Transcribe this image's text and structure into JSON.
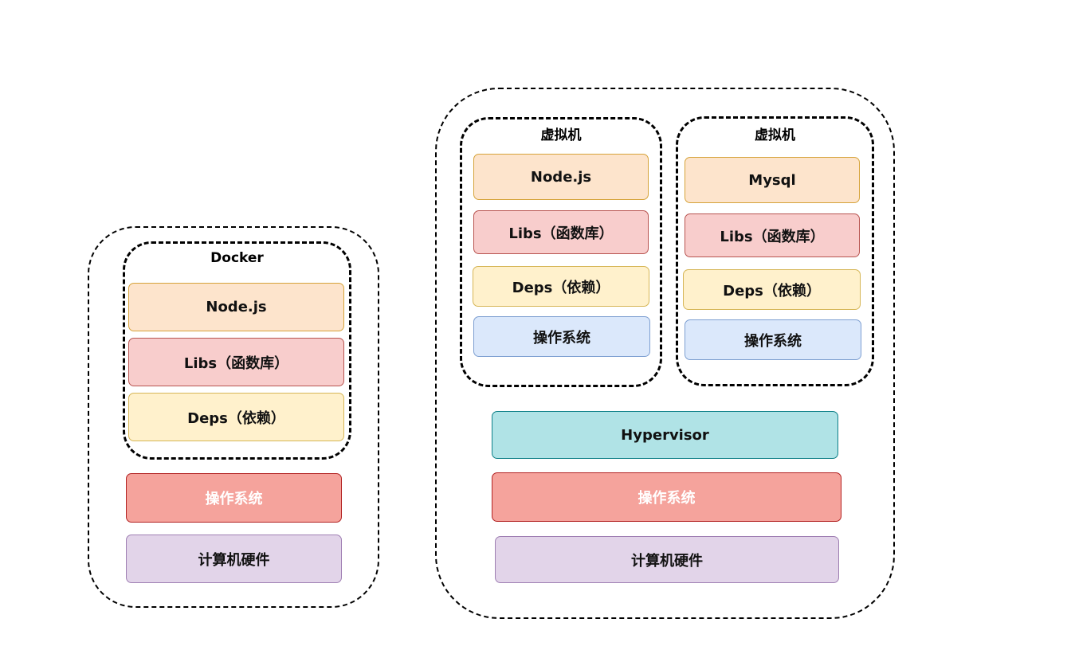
{
  "docker_stack": {
    "container": {
      "title": "Docker",
      "layers": [
        "Node.js",
        "Libs（函数库）",
        "Deps（依赖）"
      ]
    },
    "os": "操作系统",
    "hardware": "计算机硬件"
  },
  "vm_stack": {
    "vm_left": {
      "title": "虚拟机",
      "layers": [
        "Node.js",
        "Libs（函数库）",
        "Deps（依赖）",
        "操作系统"
      ]
    },
    "vm_right": {
      "title": "虚拟机",
      "layers": [
        "Mysql",
        "Libs（函数库）",
        "Deps（依赖）",
        "操作系统"
      ]
    },
    "hypervisor": "Hypervisor",
    "os": "操作系统",
    "hardware": "计算机硬件"
  },
  "colors": {
    "app": "#fde4cc",
    "libs": "#f8cdcc",
    "deps": "#fff1cc",
    "guest_os": "#dbe8fb",
    "host_os": "#f5a39c",
    "hardware": "#e2d4e9",
    "hypervisor": "#b0e3e6"
  }
}
